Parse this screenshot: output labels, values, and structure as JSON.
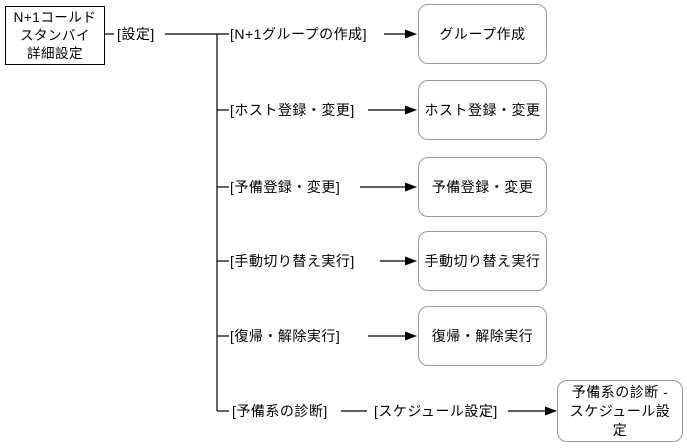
{
  "diagram": {
    "root_node": {
      "lines": [
        "N+1コールド",
        "スタンバイ",
        "詳細設定"
      ]
    },
    "settings_menu_label": "[設定]",
    "rows": [
      {
        "menu_label": "[N+1グループの作成]",
        "screen_label": "グループ作成"
      },
      {
        "menu_label": "[ホスト登録・変更]",
        "screen_label": "ホスト登録・変更"
      },
      {
        "menu_label": "[予備登録・変更]",
        "screen_label": "予備登録・変更"
      },
      {
        "menu_label": "[手動切り替え実行]",
        "screen_label": "手動切り替え実行"
      },
      {
        "menu_label": "[復帰・解除実行]",
        "screen_label": "復帰・解除実行"
      },
      {
        "menu_label": "[予備系の診断]",
        "submenu_label": "[スケジュール設定]",
        "screen_label": "予備系の診断 - スケジュール設定"
      }
    ],
    "colors": {
      "line": "#000000",
      "root_border": "#000000",
      "screen_border": "#999999",
      "text": "#000000",
      "background": "#ffffff"
    }
  }
}
